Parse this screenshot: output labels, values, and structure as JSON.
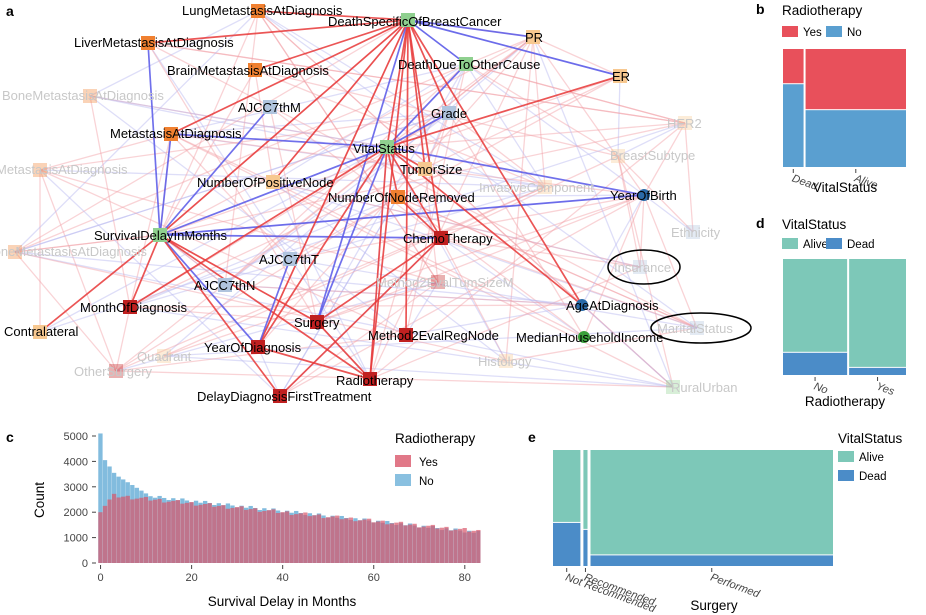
{
  "panels": {
    "a": "a",
    "b": "b",
    "c": "c",
    "d": "d",
    "e": "e"
  },
  "colors": {
    "red": "#e8505b",
    "blue": "#5a9fd0",
    "teal": "#7dc8b8",
    "dblue": "#4b8cc8",
    "hist_red": "#d9566a",
    "hist_blue": "#6cb0d8"
  },
  "network": {
    "nodes": [
      {
        "id": "LungMetastasisAtDiagnosis",
        "color": "#f08030",
        "faded": false
      },
      {
        "id": "DeathSpecificOfBreastCancer",
        "color": "#8fd08f",
        "faded": false
      },
      {
        "id": "LiverMetastasisAtDiagnosis",
        "color": "#f08030",
        "faded": false
      },
      {
        "id": "PR",
        "color": "#f7c890",
        "faded": false
      },
      {
        "id": "BrainMetastasisAtDiagnosis",
        "color": "#f08030",
        "faded": false
      },
      {
        "id": "DeathDueToOtherCause",
        "color": "#8fd08f",
        "faded": false
      },
      {
        "id": "ER",
        "color": "#f7c890",
        "faded": false
      },
      {
        "id": "BoneMetastasisAtDiagnosis",
        "color": "#f08030",
        "faded": true
      },
      {
        "id": "AJCC7thM",
        "color": "#b0c4de",
        "faded": false
      },
      {
        "id": "Grade",
        "color": "#b0c4de",
        "faded": false
      },
      {
        "id": "HER2",
        "color": "#f7c890",
        "faded": true
      },
      {
        "id": "MetastasisAtDiagnosis",
        "color": "#f08030",
        "faded": false
      },
      {
        "id": "VitalStatus",
        "color": "#8fd08f",
        "faded": false
      },
      {
        "id": "BreastSubtype",
        "color": "#f7c890",
        "faded": true
      },
      {
        "id": "MetastasisAtDiagnosis_left",
        "label": "MetastasisAtDiagnosis",
        "color": "#f08030",
        "faded": true
      },
      {
        "id": "TumorSize",
        "color": "#f7c890",
        "faded": false
      },
      {
        "id": "NumberOfPositiveNode",
        "color": "#f7c890",
        "faded": false
      },
      {
        "id": "InvasiveComponent",
        "color": "#f7c890",
        "faded": true
      },
      {
        "id": "YearOfBirth",
        "color": "#2a6aa8",
        "faded": false
      },
      {
        "id": "NumberOfNodeRemoved",
        "color": "#f08030",
        "faded": false
      },
      {
        "id": "SurvivalDelayInMonths",
        "color": "#8fd08f",
        "faded": false
      },
      {
        "id": "Ethnicity",
        "color": "#b0c4de",
        "faded": true
      },
      {
        "id": "ChemoTherapy",
        "color": "#c02020",
        "faded": false
      },
      {
        "id": "BoneMetastasisAtDiagnosis_left",
        "label": "BoneMetastasisAtDiagnosis",
        "color": "#f08030",
        "faded": true
      },
      {
        "id": "AJCC7thT",
        "color": "#b0c4de",
        "faded": false
      },
      {
        "id": "Insurance",
        "color": "#b0c4de",
        "faded": true
      },
      {
        "id": "Method2EvalTumSizeM",
        "color": "#c02020",
        "faded": true
      },
      {
        "id": "AJCC7thN",
        "color": "#b0c4de",
        "faded": false
      },
      {
        "id": "MonthOfDiagnosis",
        "color": "#c02020",
        "faded": false
      },
      {
        "id": "AgeAtDiagnosis",
        "color": "#2a6aa8",
        "faded": false
      },
      {
        "id": "Surgery",
        "color": "#c02020",
        "faded": false
      },
      {
        "id": "MaritalStatus",
        "color": "#b0c4de",
        "faded": true
      },
      {
        "id": "Contralateral",
        "color": "#f7c890",
        "faded": false
      },
      {
        "id": "Method2EvalRegNode",
        "color": "#c02020",
        "faded": false
      },
      {
        "id": "MedianHouseholdIncome",
        "color": "#3aa03a",
        "faded": false
      },
      {
        "id": "YearOfDiagnosis",
        "color": "#c02020",
        "faded": false
      },
      {
        "id": "Quadrant",
        "color": "#f7c890",
        "faded": true
      },
      {
        "id": "OtherSurgery",
        "color": "#c02020",
        "faded": true
      },
      {
        "id": "Histology",
        "color": "#f7c890",
        "faded": true
      },
      {
        "id": "Radiotherapy",
        "color": "#c02020",
        "faded": false
      },
      {
        "id": "RuralUrban",
        "color": "#8fd08f",
        "faded": true
      },
      {
        "id": "DelayDiagnosisFirstTreatment",
        "color": "#c02020",
        "faded": false
      }
    ],
    "labels": {
      "LungMetastasisAtDiagnosis": "LungMetastasisAtDiagnosis",
      "DeathSpecificOfBreastCancer": "DeathSpecificOfBreastCancer",
      "LiverMetastasisAtDiagnosis": "LiverMetastasisAtDiagnosis",
      "PR": "PR",
      "BrainMetastasisAtDiagnosis": "BrainMetastasisAtDiagnosis",
      "DeathDueToOtherCause": "DeathDueToOtherCause",
      "ER": "ER",
      "BoneMetastasisAtDiagnosis": "BoneMetastasisAtDiagnosis",
      "AJCC7thM": "AJCC7thM",
      "Grade": "Grade",
      "HER2": "HER2",
      "MetastasisAtDiagnosis": "MetastasisAtDiagnosis",
      "VitalStatus": "VitalStatus",
      "BreastSubtype": "BreastSubtype",
      "MetastasisAtDiagnosis_left": "MetastasisAtDiagnosis",
      "TumorSize": "TumorSize",
      "NumberOfPositiveNode": "NumberOfPositiveNode",
      "InvasiveComponent": "InvasiveComponent",
      "YearOfBirth": "YearOfBirth",
      "NumberOfNodeRemoved": "NumberOfNodeRemoved",
      "SurvivalDelayInMonths": "SurvivalDelayInMonths",
      "Ethnicity": "Ethnicity",
      "ChemoTherapy": "ChemoTherapy",
      "BoneMetastasisAtDiagnosis_left": "BoneMetastasisAtDiagnosis",
      "AJCC7thT": "AJCC7thT",
      "Insurance": "Insurance",
      "Method2EvalTumSizeM": "Method2EvalTumSizeM",
      "AJCC7thN": "AJCC7thN",
      "MonthOfDiagnosis": "MonthOfDiagnosis",
      "AgeAtDiagnosis": "AgeAtDiagnosis",
      "Surgery": "Surgery",
      "MaritalStatus": "MaritalStatus",
      "Contralateral": "Contralateral",
      "Method2EvalRegNode": "Method2EvalRegNode",
      "MedianHouseholdIncome": "MedianHouseholdIncome",
      "YearOfDiagnosis": "YearOfDiagnosis",
      "Quadrant": "Quadrant",
      "OtherSurgery": "OtherSurgery",
      "Histology": "Histology",
      "Radiotherapy": "Radiotherapy",
      "RuralUrban": "RuralUrban",
      "DelayDiagnosisFirstTreatment": "DelayDiagnosisFirstTreatment"
    },
    "highlighted": [
      "Insurance",
      "MaritalStatus"
    ]
  },
  "chart_data": [
    {
      "panel": "b",
      "type": "mosaic",
      "title": "Radiotherapy",
      "xlabel": "VitalStatus",
      "x_categories": [
        "Dead",
        "Alive"
      ],
      "x_widths": [
        0.17,
        0.83
      ],
      "legend": [
        {
          "name": "Yes",
          "color": "#e8505b"
        },
        {
          "name": "No",
          "color": "#5a9fd0"
        }
      ],
      "fractions": {
        "Dead": {
          "Yes": 0.29,
          "No": 0.71
        },
        "Alive": {
          "Yes": 0.51,
          "No": 0.49
        }
      }
    },
    {
      "panel": "d",
      "type": "mosaic",
      "title": "VitalStatus",
      "xlabel": "Radiotherapy",
      "x_categories": [
        "No",
        "Yes"
      ],
      "x_widths": [
        0.53,
        0.47
      ],
      "legend": [
        {
          "name": "Alive",
          "color": "#7dc8b8"
        },
        {
          "name": "Dead",
          "color": "#4b8cc8"
        }
      ],
      "fractions": {
        "No": {
          "Alive": 0.8,
          "Dead": 0.2
        },
        "Yes": {
          "Alive": 0.93,
          "Dead": 0.07
        }
      }
    },
    {
      "panel": "c",
      "type": "histogram",
      "title": "Radiotherapy",
      "xlabel": "Survival Delay in Months",
      "ylabel": "Count",
      "xlim": [
        -1,
        84
      ],
      "ylim": [
        0,
        5000
      ],
      "x_ticks": [
        0,
        20,
        40,
        60,
        80
      ],
      "y_ticks": [
        0,
        1000,
        2000,
        3000,
        4000,
        5000
      ],
      "legend": [
        {
          "name": "Yes",
          "color": "#d9566a"
        },
        {
          "name": "No",
          "color": "#6cb0d8"
        }
      ],
      "series": [
        {
          "name": "Yes",
          "peak": 2700,
          "end": 1250
        },
        {
          "name": "No",
          "start": 5100,
          "drop": 3400,
          "end": 1200
        }
      ]
    },
    {
      "panel": "e",
      "type": "mosaic",
      "title": "VitalStatus",
      "xlabel": "Surgery",
      "x_categories": [
        "Not Recommended",
        "Recommended",
        "Performed"
      ],
      "x_widths": [
        0.1,
        0.015,
        0.885
      ],
      "legend": [
        {
          "name": "Alive",
          "color": "#7dc8b8"
        },
        {
          "name": "Dead",
          "color": "#4b8cc8"
        }
      ],
      "fractions": {
        "Not Recommended": {
          "Alive": 0.62,
          "Dead": 0.38
        },
        "Recommended": {
          "Alive": 0.68,
          "Dead": 0.32
        },
        "Performed": {
          "Alive": 0.9,
          "Dead": 0.1
        }
      }
    }
  ]
}
